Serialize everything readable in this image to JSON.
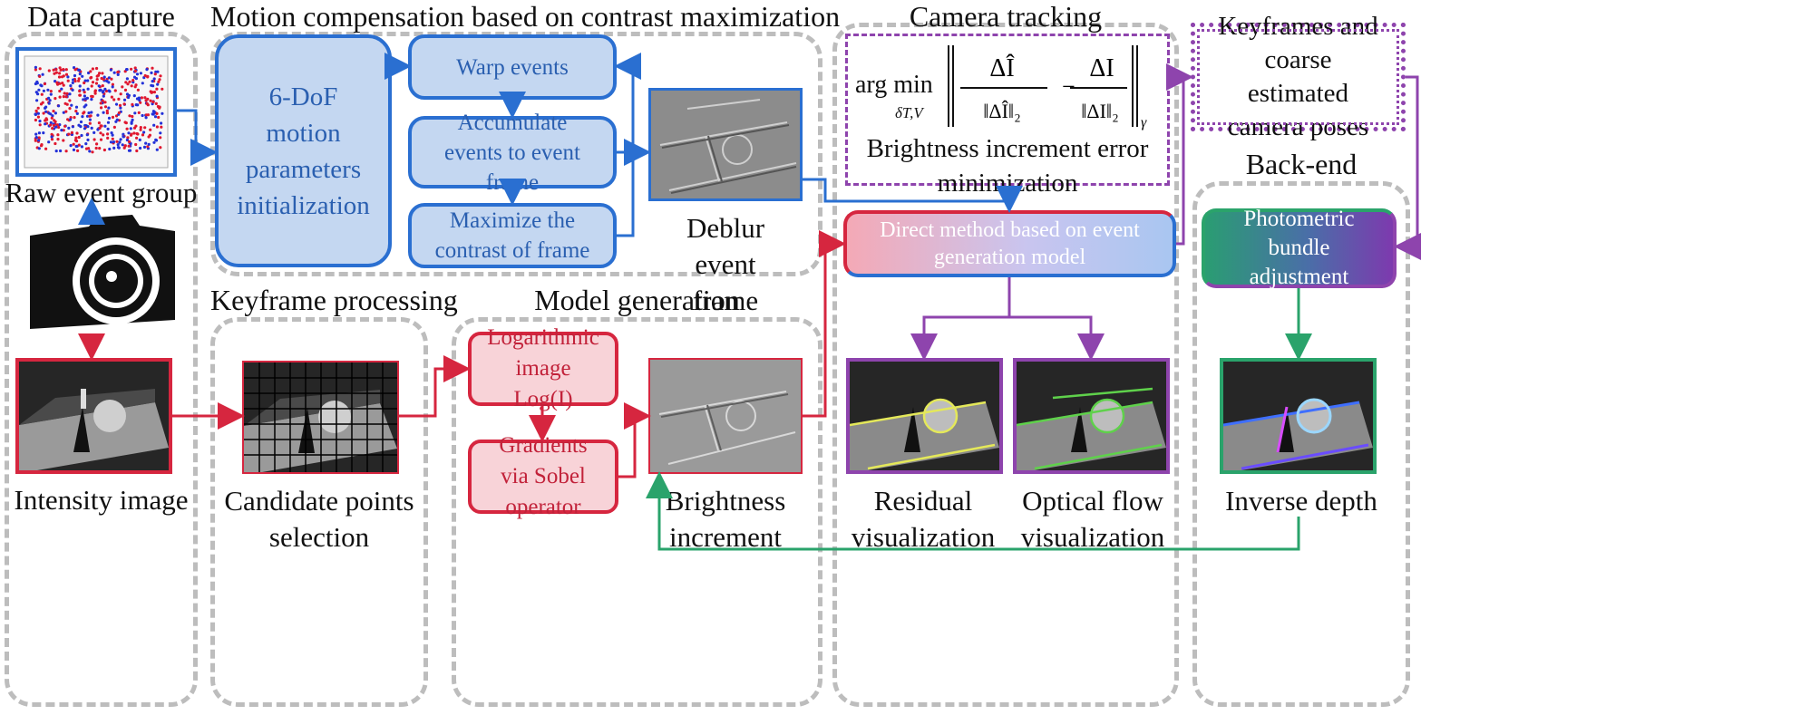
{
  "titles": {
    "data_capture": "Data capture",
    "motion_compensation": "Motion compensation based on contrast maximization",
    "camera_tracking": "Camera tracking",
    "keyframe_processing": "Keyframe processing",
    "model_generation": "Model generation",
    "back_end": "Back-end"
  },
  "captions": {
    "raw_event_group": "Raw event group",
    "intensity_image": "Intensity image",
    "candidate_points": "Candidate points selection",
    "deblur_frame": "Deblur event frame",
    "brightness_increment": "Brightness increment",
    "residual": "Residual visualization",
    "optical_flow": "Optical flow visualization",
    "inverse_depth": "Inverse depth"
  },
  "boxes": {
    "init": "6-DoF motion parameters initialization",
    "warp": "Warp events",
    "accumulate": "Accumulate events to event frame",
    "maximize": "Maximize the contrast of frame",
    "log_image": "Logarithmic image Log(I)",
    "gradients": "Gradients via Sobel operator",
    "direct_method": "Direct method based on event generation model",
    "bundle_adjustment": "Photometric bundle adjustment",
    "keyframes": "Keyframes and coarse estimated camera poses"
  },
  "equation": {
    "argmin": "arg min",
    "subscript": "δT,V",
    "caption": "Brightness increment error minimization"
  },
  "colors": {
    "blue": "#2a6fd1",
    "red": "#d6263f",
    "purple": "#8e44ad",
    "green": "#2aa36b",
    "gray_dash": "#bdbdbd"
  }
}
